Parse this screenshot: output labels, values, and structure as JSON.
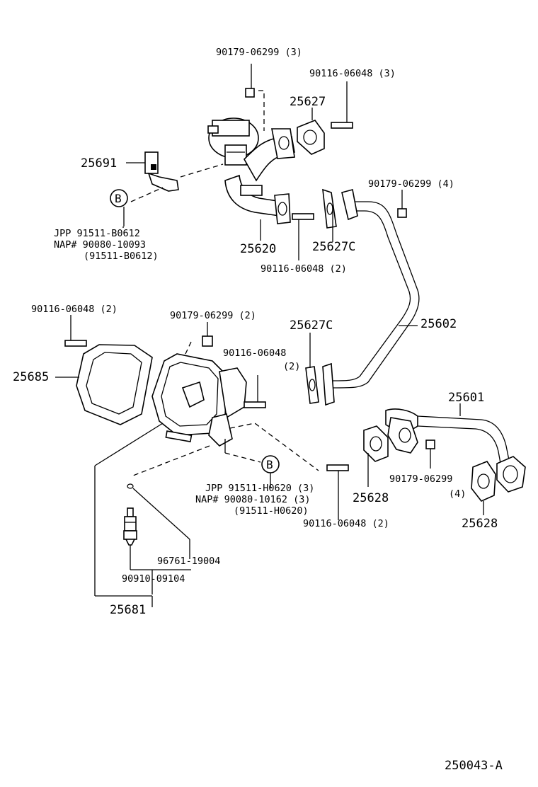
{
  "labels": {
    "p90179_06299_3": "90179-06299 (3)",
    "p90116_06048_3": "90116-06048 (3)",
    "p25627": "25627",
    "p25691": "25691",
    "pB_top": "B",
    "pJPP_top": "JPP  91511-B0612",
    "pNAP_top": "NAP#  90080-10093",
    "pParen_top": "(91511-B0612)",
    "p25620": "25620",
    "p25627C_top": "25627C",
    "p90179_06299_4": "90179-06299 (4)",
    "p90116_06048_2a": "90116-06048 (2)",
    "p90116_06048_2b": "90116-06048 (2)",
    "p90179_06299_2": "90179-06299 (2)",
    "p25627C_mid": "25627C",
    "p25602": "25602",
    "p90116_06048_c": "90116-06048",
    "p90116_06048_c2": "(2)",
    "p25685": "25685",
    "p25601": "25601",
    "pB_bot": "B",
    "pJPP_bot": "JPP  91511-H0620 (3)",
    "pNAP_bot": "NAP#  90080-10162 (3)",
    "pParen_bot": "(91511-H0620)",
    "p25628_a": "25628",
    "p90179_06299_b": "90179-06299",
    "p90179_06299_b2": "(4)",
    "p25628_b": "25628",
    "p90116_06048_2c": "90116-06048 (2)",
    "p96761_19004": "96761-19004",
    "p90910_09104": "90910-09104",
    "p25681": "25681",
    "figure_code": "250043-A"
  }
}
